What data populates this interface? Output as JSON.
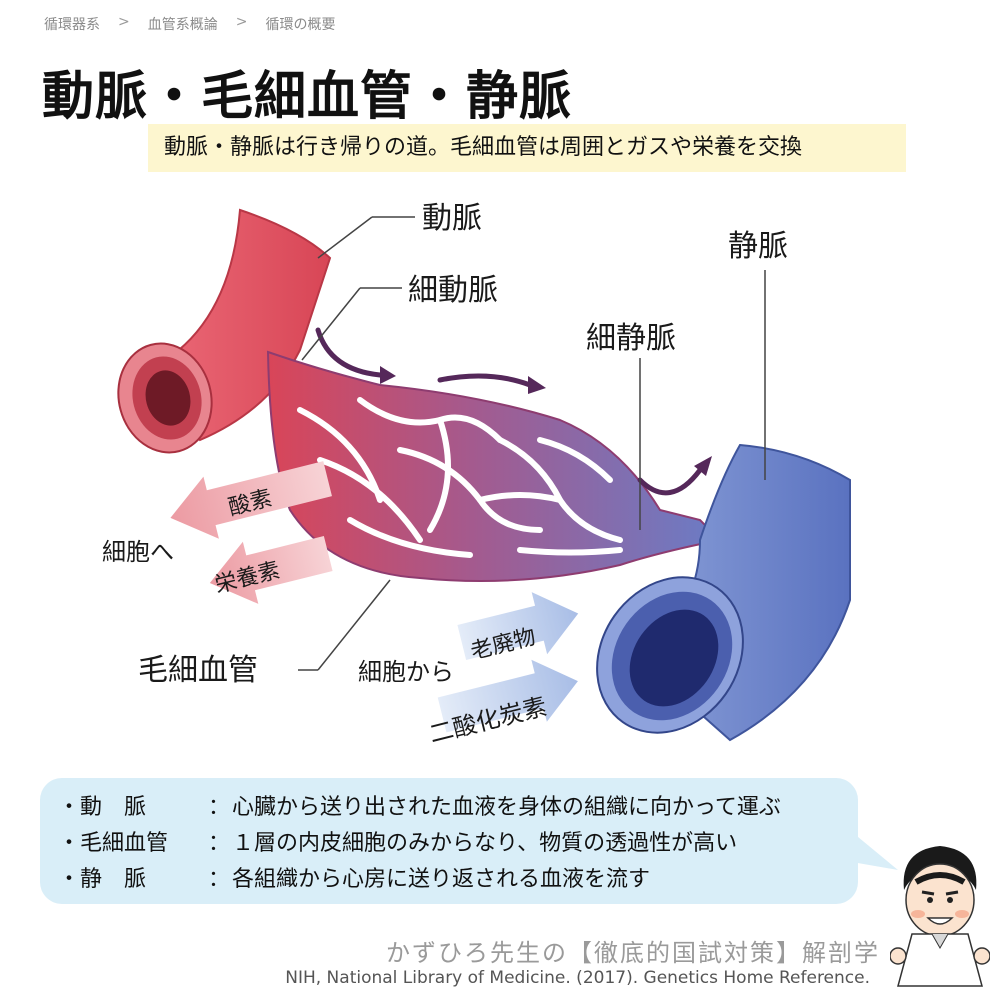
{
  "breadcrumb": [
    "循環器系",
    "血管系概論",
    "循環の概要"
  ],
  "breadcrumb_separator": ">",
  "title": "動脈・毛細血管・静脈",
  "subtitle": "動脈・静脈は行き帰りの道。毛細血管は周囲とガスや栄養を交換",
  "labels": {
    "artery": "動脈",
    "arteriole": "細動脈",
    "venule": "細静脈",
    "vein": "静脈",
    "capillary": "毛細血管",
    "oxygen": "酸素",
    "nutrients": "栄養素",
    "to_cells": "細胞へ",
    "waste": "老廃物",
    "from_cells": "細胞から",
    "co2": "二酸化炭素"
  },
  "summary": [
    {
      "bullet": "・",
      "term": "動　脈",
      "colon": "：",
      "desc": "心臓から送り出された血液を身体の組織に向かって運ぶ"
    },
    {
      "bullet": "・",
      "term": "毛細血管",
      "colon": "：",
      "desc": "１層の内皮細胞のみからなり、物質の透過性が高い"
    },
    {
      "bullet": "・",
      "term": "静　脈",
      "colon": "：",
      "desc": "各組織から心房に送り返される血液を流す"
    }
  ],
  "footer": {
    "title": "かずひろ先生の【徹底的国試対策】解剖学",
    "citation": "NIH, National Library of Medicine. (2017). Genetics Home Reference."
  },
  "colors": {
    "artery": "#e04a5a",
    "vein": "#5d78c4",
    "note_bg": "#fdf6cf",
    "summary_bg": "#d9eef8"
  }
}
